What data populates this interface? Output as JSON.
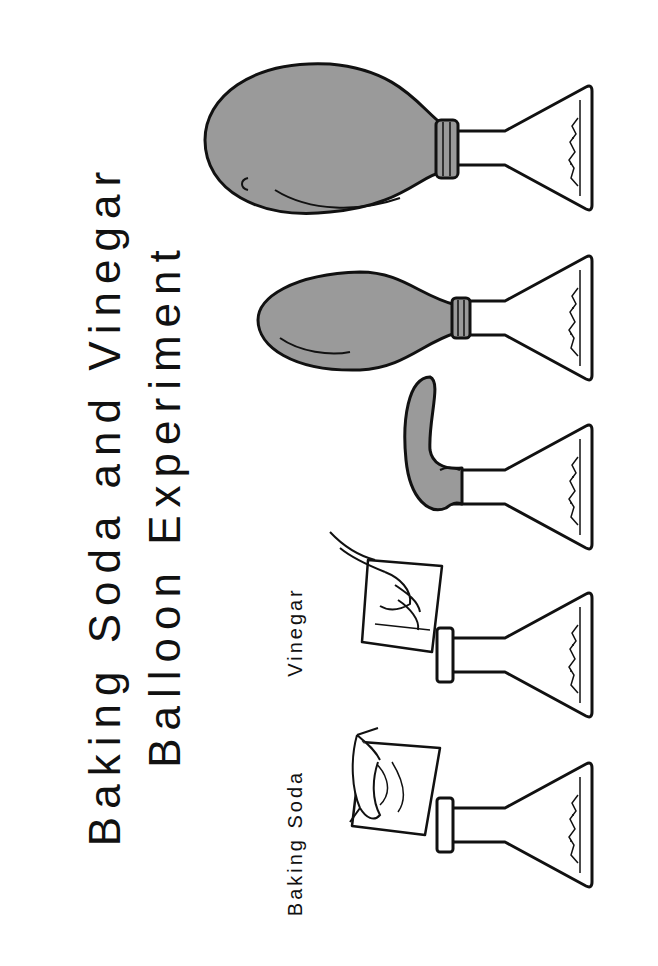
{
  "diagram": {
    "title": "Baking Soda and Vinegar Balloon Experiment",
    "labels": [
      "Baking Soda",
      "Vinegar"
    ]
  }
}
